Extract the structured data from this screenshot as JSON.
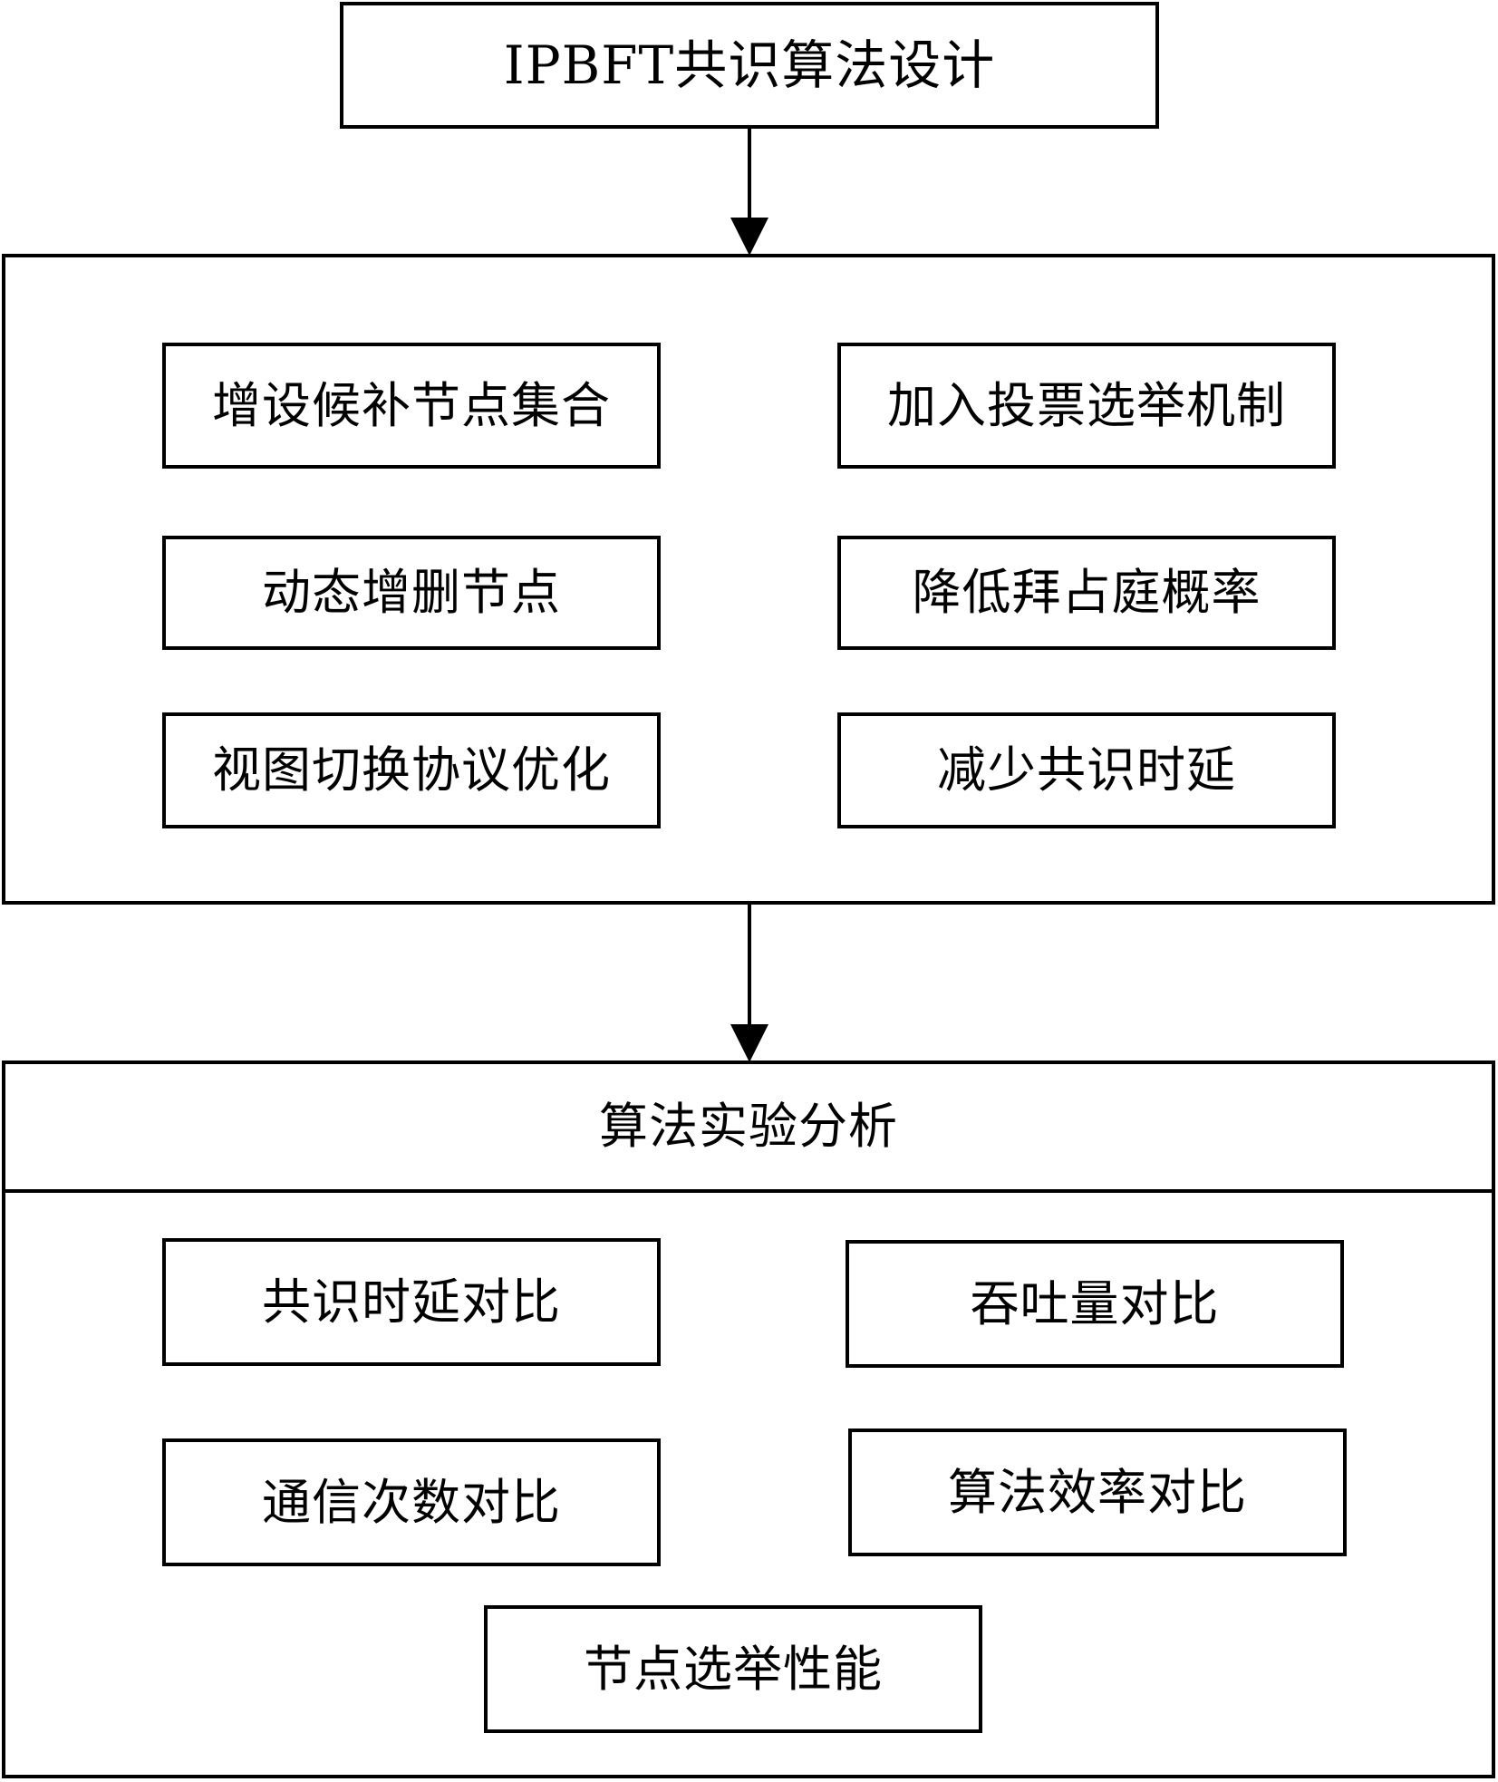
{
  "title": "IPBFT共识算法设计",
  "design": {
    "left_column": [
      "增设候补节点集合",
      "动态增删节点",
      "视图切换协议优化"
    ],
    "right_column": [
      "加入投票选举机制",
      "降低拜占庭概率",
      "减少共识时延"
    ]
  },
  "experiment": {
    "header": "算法实验分析",
    "items": [
      "共识时延对比",
      "吞吐量对比",
      "通信次数对比",
      "算法效率对比",
      "节点选举性能"
    ]
  },
  "colors": {
    "stroke": "#000000",
    "background": "#ffffff"
  }
}
